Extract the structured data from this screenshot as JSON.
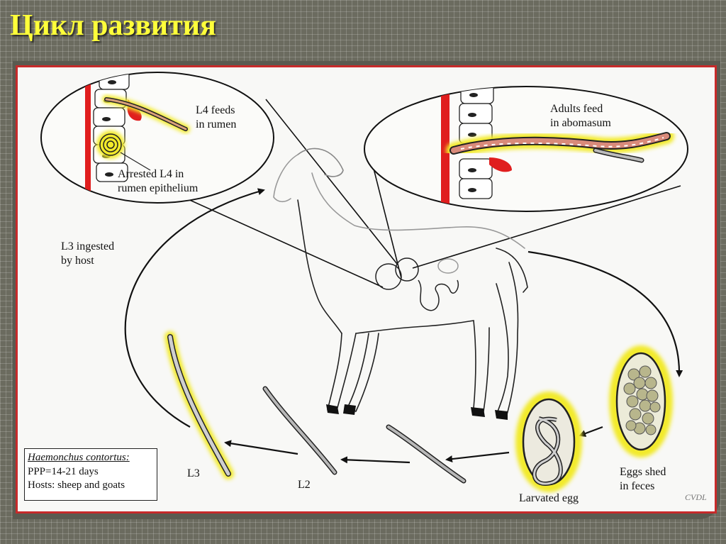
{
  "slide": {
    "title": "Цикл развития"
  },
  "labels": {
    "l4_feeds": "L4 feeds\nin rumen",
    "arrested_l4": "Arrested L4 in\nrumen epithelium",
    "adults_feed": "Adults feed\nin abomasum",
    "l3_ingested": "L3 ingested\nby host",
    "eggs_shed": "Eggs shed\nin feces",
    "larvated_egg": "Larvated egg",
    "l2": "L2",
    "l3": "L3"
  },
  "infobox": {
    "species": "Haemonchus contortus:",
    "ppp": "PPP=14-21 days",
    "hosts": "Hosts: sheep and goats"
  },
  "signature": "CVDL",
  "colors": {
    "title": "#ffff3a",
    "border": "#c72a2a",
    "highlight": "#f2ea2a",
    "blood": "#e01e1e",
    "background": "#6b6b5f"
  }
}
